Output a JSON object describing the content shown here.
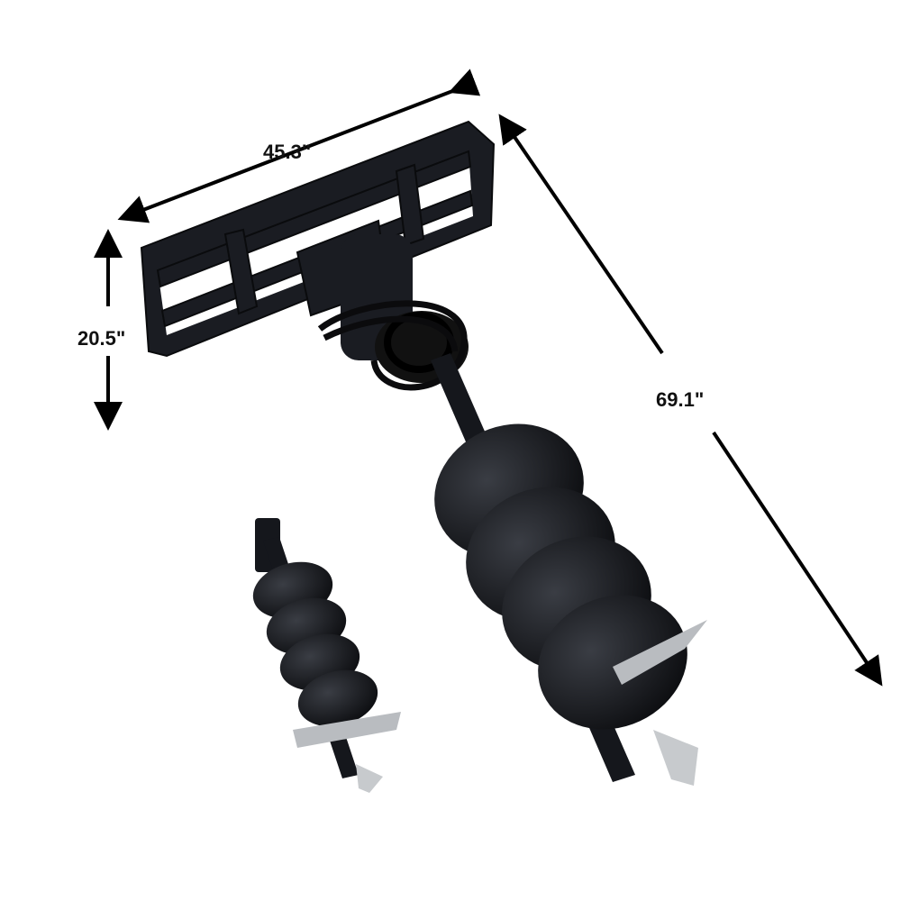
{
  "dimensions": {
    "width": "45.3\"",
    "height": "20.5\"",
    "length": "69.1\""
  },
  "colors": {
    "background": "#ffffff",
    "steel": "#15171c",
    "arrow": "#000000",
    "teeth": "#b9bcc0"
  }
}
